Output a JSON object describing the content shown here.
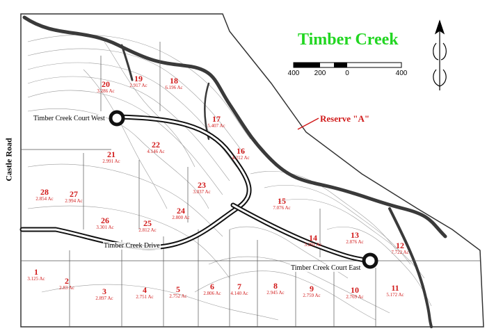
{
  "title": "Timber Creek",
  "scale_labels": [
    "400",
    "200",
    "0",
    "400"
  ],
  "reserve_label": "Reserve \"A\"",
  "roads": {
    "castle_road": "Castle Road",
    "court_west": "Timber Creek Court West",
    "court_east": "Timber Creek Court East",
    "drive": "Timber Creek Drive"
  },
  "lots": [
    {
      "number": "1",
      "acres": "3.125 Ac"
    },
    {
      "number": "2",
      "acres": "2.83 Ac"
    },
    {
      "number": "3",
      "acres": "2.897 Ac"
    },
    {
      "number": "4",
      "acres": "2.751 Ac"
    },
    {
      "number": "5",
      "acres": "2.752 Ac"
    },
    {
      "number": "6",
      "acres": "2.806 Ac"
    },
    {
      "number": "7",
      "acres": "4.140 Ac"
    },
    {
      "number": "8",
      "acres": "2.945 Ac"
    },
    {
      "number": "9",
      "acres": "2.759 Ac"
    },
    {
      "number": "10",
      "acres": "2.769 Ac"
    },
    {
      "number": "11",
      "acres": "5.172 Ac"
    },
    {
      "number": "12",
      "acres": "7.722 Ac"
    },
    {
      "number": "13",
      "acres": "2.876 Ac"
    },
    {
      "number": "14",
      "acres": "3.291 Ac"
    },
    {
      "number": "15",
      "acres": "7.076 Ac"
    },
    {
      "number": "16",
      "acres": "4.212 Ac"
    },
    {
      "number": "17",
      "acres": "5.407 Ac"
    },
    {
      "number": "18",
      "acres": "6.196 Ac"
    },
    {
      "number": "19",
      "acres": "2.917 Ac"
    },
    {
      "number": "20",
      "acres": "3.286 Ac"
    },
    {
      "number": "21",
      "acres": "2.991 Ac"
    },
    {
      "number": "22",
      "acres": "4.146 Ac"
    },
    {
      "number": "23",
      "acres": "3.037 Ac"
    },
    {
      "number": "24",
      "acres": "2.800 Ac"
    },
    {
      "number": "25",
      "acres": "2.812 Ac"
    },
    {
      "number": "26",
      "acres": "3.301 Ac"
    },
    {
      "number": "27",
      "acres": "2.994 Ac"
    },
    {
      "number": "28",
      "acres": "2.854 Ac"
    }
  ],
  "colors": {
    "title": "#22d622",
    "lot_labels": "#d11a1a",
    "reserve": "#d11a1a",
    "contours": "#9a9a9a",
    "roads": "#111111"
  },
  "icons": [
    "north-arrow-icon"
  ]
}
